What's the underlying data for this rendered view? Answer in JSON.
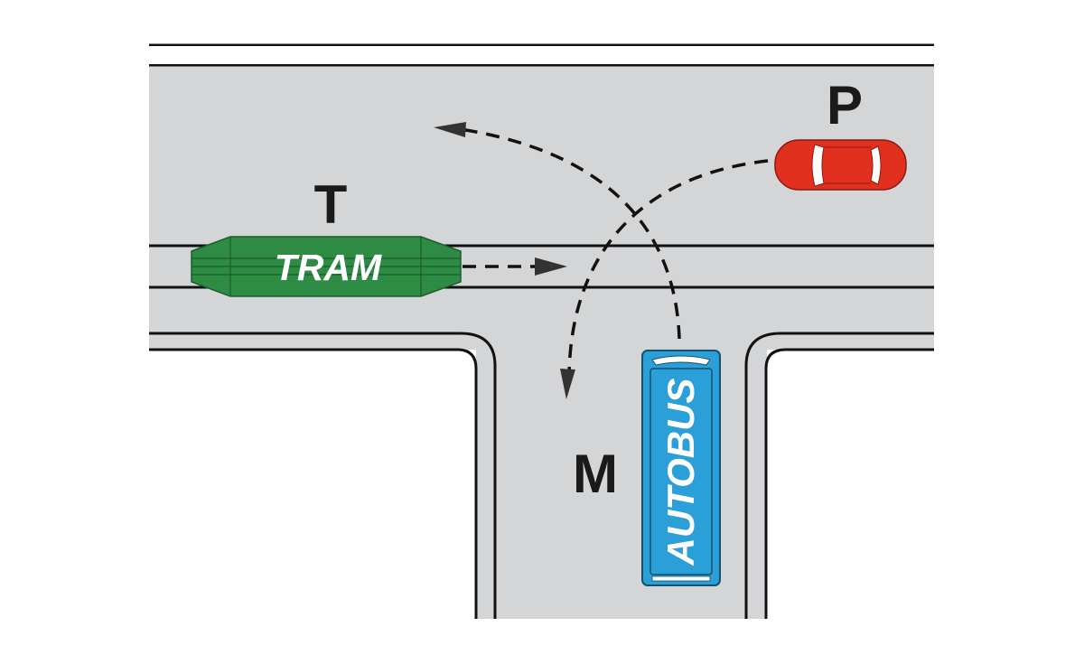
{
  "labels": {
    "tram_letter": "T",
    "car_letter": "P",
    "bus_letter": "M"
  },
  "vehicles": {
    "tram": {
      "text": "TRAM",
      "color": "#2e8b43"
    },
    "bus": {
      "text": "AUTOBUS",
      "color": "#2a9fd8"
    },
    "car": {
      "color": "#e2301f"
    }
  },
  "colors": {
    "road": "#d4d5d7",
    "line": "#111111",
    "arrow": "#111111"
  }
}
